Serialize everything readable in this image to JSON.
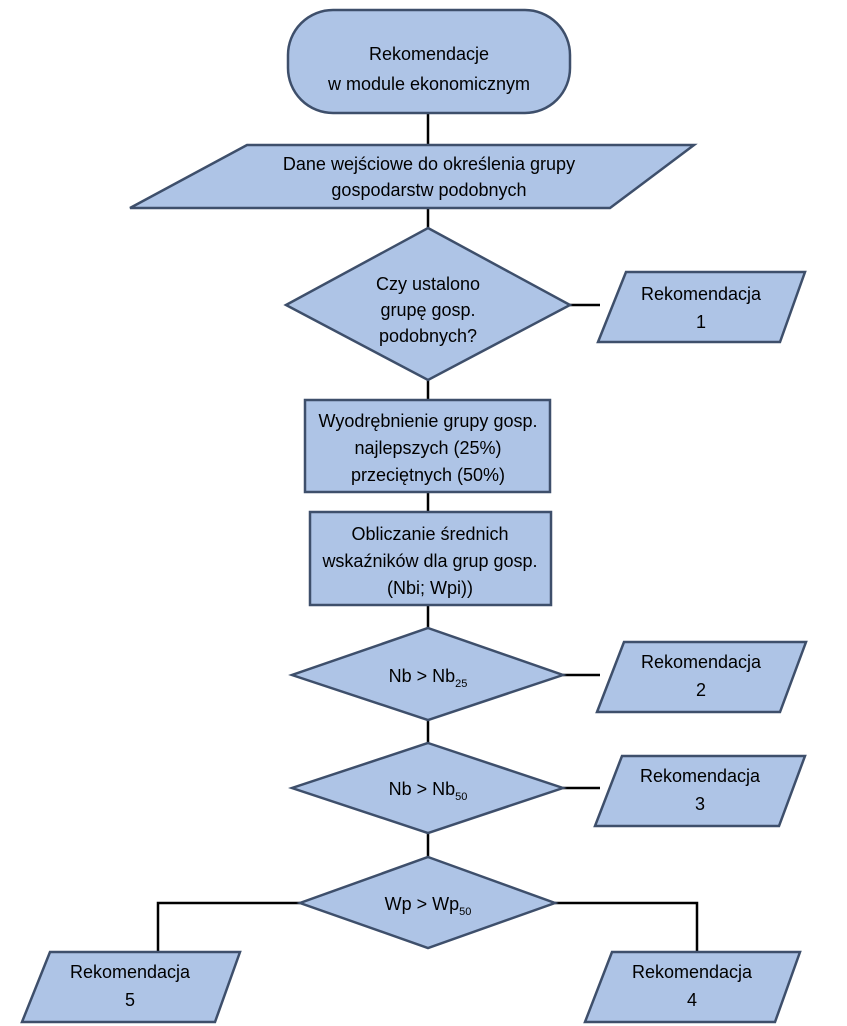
{
  "flowchart": {
    "start": {
      "line1": "Rekomendacje",
      "line2": "w module ekonomicznym"
    },
    "input": {
      "line1": "Dane wejściowe do określenia grupy",
      "line2": "gospodarstw podobnych"
    },
    "decision_group": {
      "line1": "Czy ustalono",
      "line2": "grupę gosp.",
      "line3": "podobnych?"
    },
    "process_extract": {
      "line1": "Wyodrębnienie grupy gosp.",
      "line2": "najlepszych (25%)",
      "line3": "przeciętnych (50%)"
    },
    "process_calc": {
      "line1": "Obliczanie średnich",
      "line2": "wskaźników dla grup gosp.",
      "line3": "(Nbi; Wpi))"
    },
    "decision_nb25": {
      "lhs": "Nb > Nb",
      "sub": "25"
    },
    "decision_nb50": {
      "lhs": "Nb > Nb",
      "sub": "50"
    },
    "decision_wp50": {
      "lhs": "Wp > Wp",
      "sub": "50"
    },
    "recommendation_1": {
      "line1": "Rekomendacja",
      "line2": "1"
    },
    "recommendation_2": {
      "line1": "Rekomendacja",
      "line2": "2"
    },
    "recommendation_3": {
      "line1": "Rekomendacja",
      "line2": "3"
    },
    "recommendation_4": {
      "line1": "Rekomendacja",
      "line2": "4"
    },
    "recommendation_5": {
      "line1": "Rekomendacja",
      "line2": "5"
    }
  },
  "colors": {
    "fill": "#aec4e6",
    "stroke": "#3e4f6b",
    "connector": "#000000"
  }
}
